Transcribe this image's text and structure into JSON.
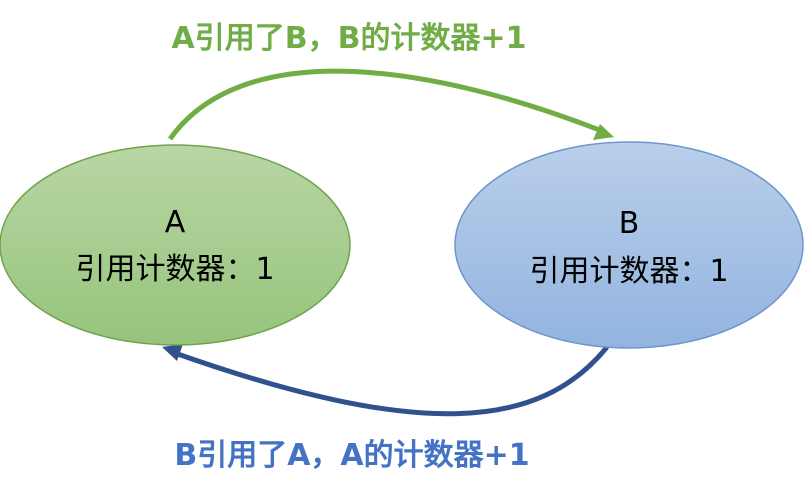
{
  "colors": {
    "node_a_fill_top": "#b8d6a4",
    "node_a_fill_bottom": "#96c47c",
    "node_a_stroke": "#71a34f",
    "node_b_fill_top": "#b9cfea",
    "node_b_fill_bottom": "#93b4e0",
    "node_b_stroke": "#6e95cc",
    "arrow_a_to_b": "#70ad47",
    "arrow_b_to_a": "#2f528f",
    "label_a_to_b": "#70ad47",
    "label_b_to_a": "#4472c4"
  },
  "nodes": {
    "a": {
      "name": "A",
      "counter": "引用计数器：1"
    },
    "b": {
      "name": "B",
      "counter": "引用计数器：1"
    }
  },
  "edges": {
    "a_to_b": {
      "label": "A引用了B，B的计数器+1"
    },
    "b_to_a": {
      "label": "B引用了A，A的计数器+1"
    }
  }
}
